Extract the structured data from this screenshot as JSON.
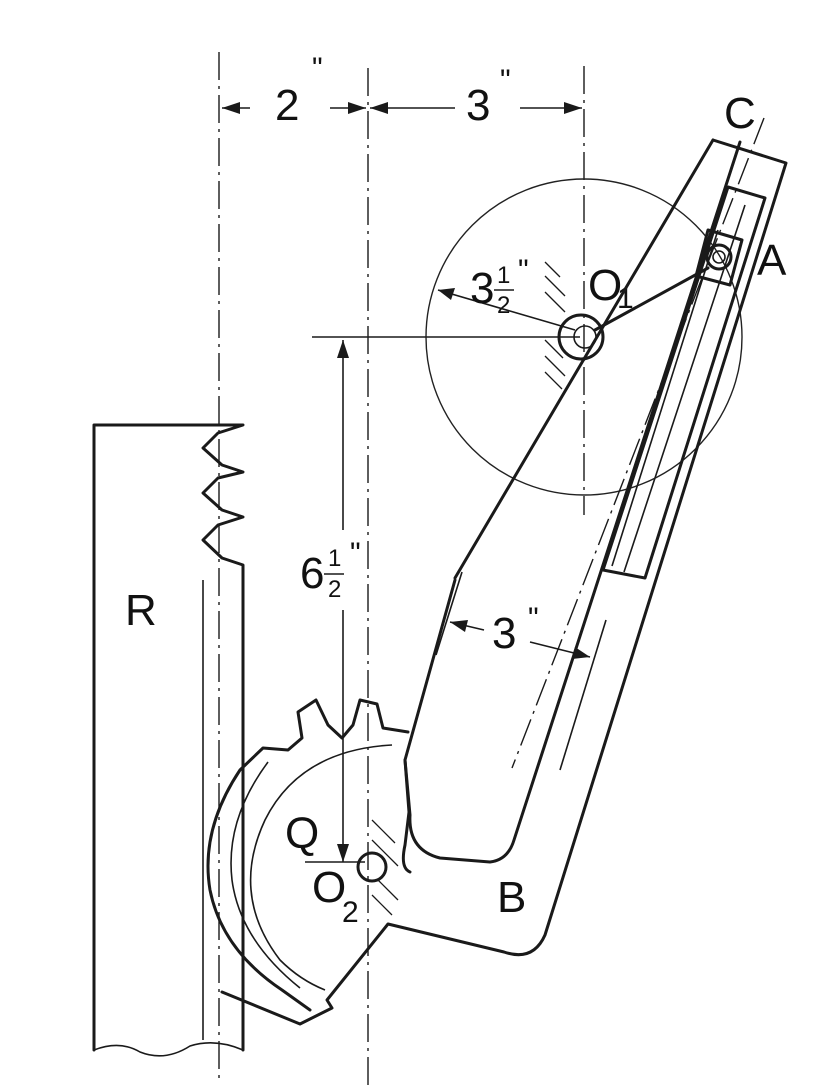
{
  "labels": {
    "dim_2": "2",
    "dim_2_unit": "\"",
    "dim_3_top": "3",
    "dim_3_top_unit": "\"",
    "dim_radius_whole": "3",
    "dim_radius_num": "1",
    "dim_radius_den": "2",
    "dim_radius_unit": "\"",
    "dim_vert_whole": "6",
    "dim_vert_num": "1",
    "dim_vert_den": "2",
    "dim_vert_unit": "\"",
    "dim_3_slot": "3",
    "dim_3_slot_unit": "\"",
    "point_c": "C",
    "point_a": "A",
    "point_o1": "O",
    "point_o1_sub": "1",
    "point_o2": "O",
    "point_o2_sub": "2",
    "point_q": "Q",
    "part_r": "R",
    "part_b": "B"
  }
}
